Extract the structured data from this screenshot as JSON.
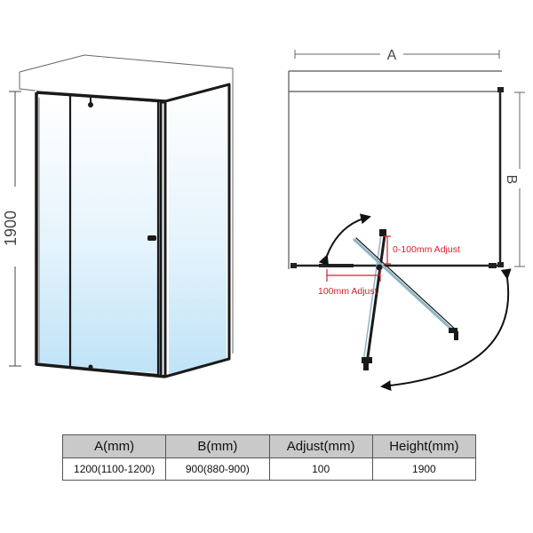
{
  "enclosure": {
    "height_label": "1900"
  },
  "plan": {
    "width_label": "A",
    "depth_label": "B",
    "pivot_adjust_label": "0-100mm Adjust",
    "side_adjust_label": "100mm Adjust"
  },
  "colors": {
    "adjust_red": "#d61f2c",
    "frame_black": "#1a1a1a",
    "glass_blue": "#bfe3f7",
    "header_gray": "#c9c9c9"
  },
  "spec_table": {
    "headers": [
      "A(mm)",
      "B(mm)",
      "Adjust(mm)",
      "Height(mm)"
    ],
    "row": [
      "1200(1100-1200)",
      "900(880-900)",
      "100",
      "1900"
    ]
  }
}
